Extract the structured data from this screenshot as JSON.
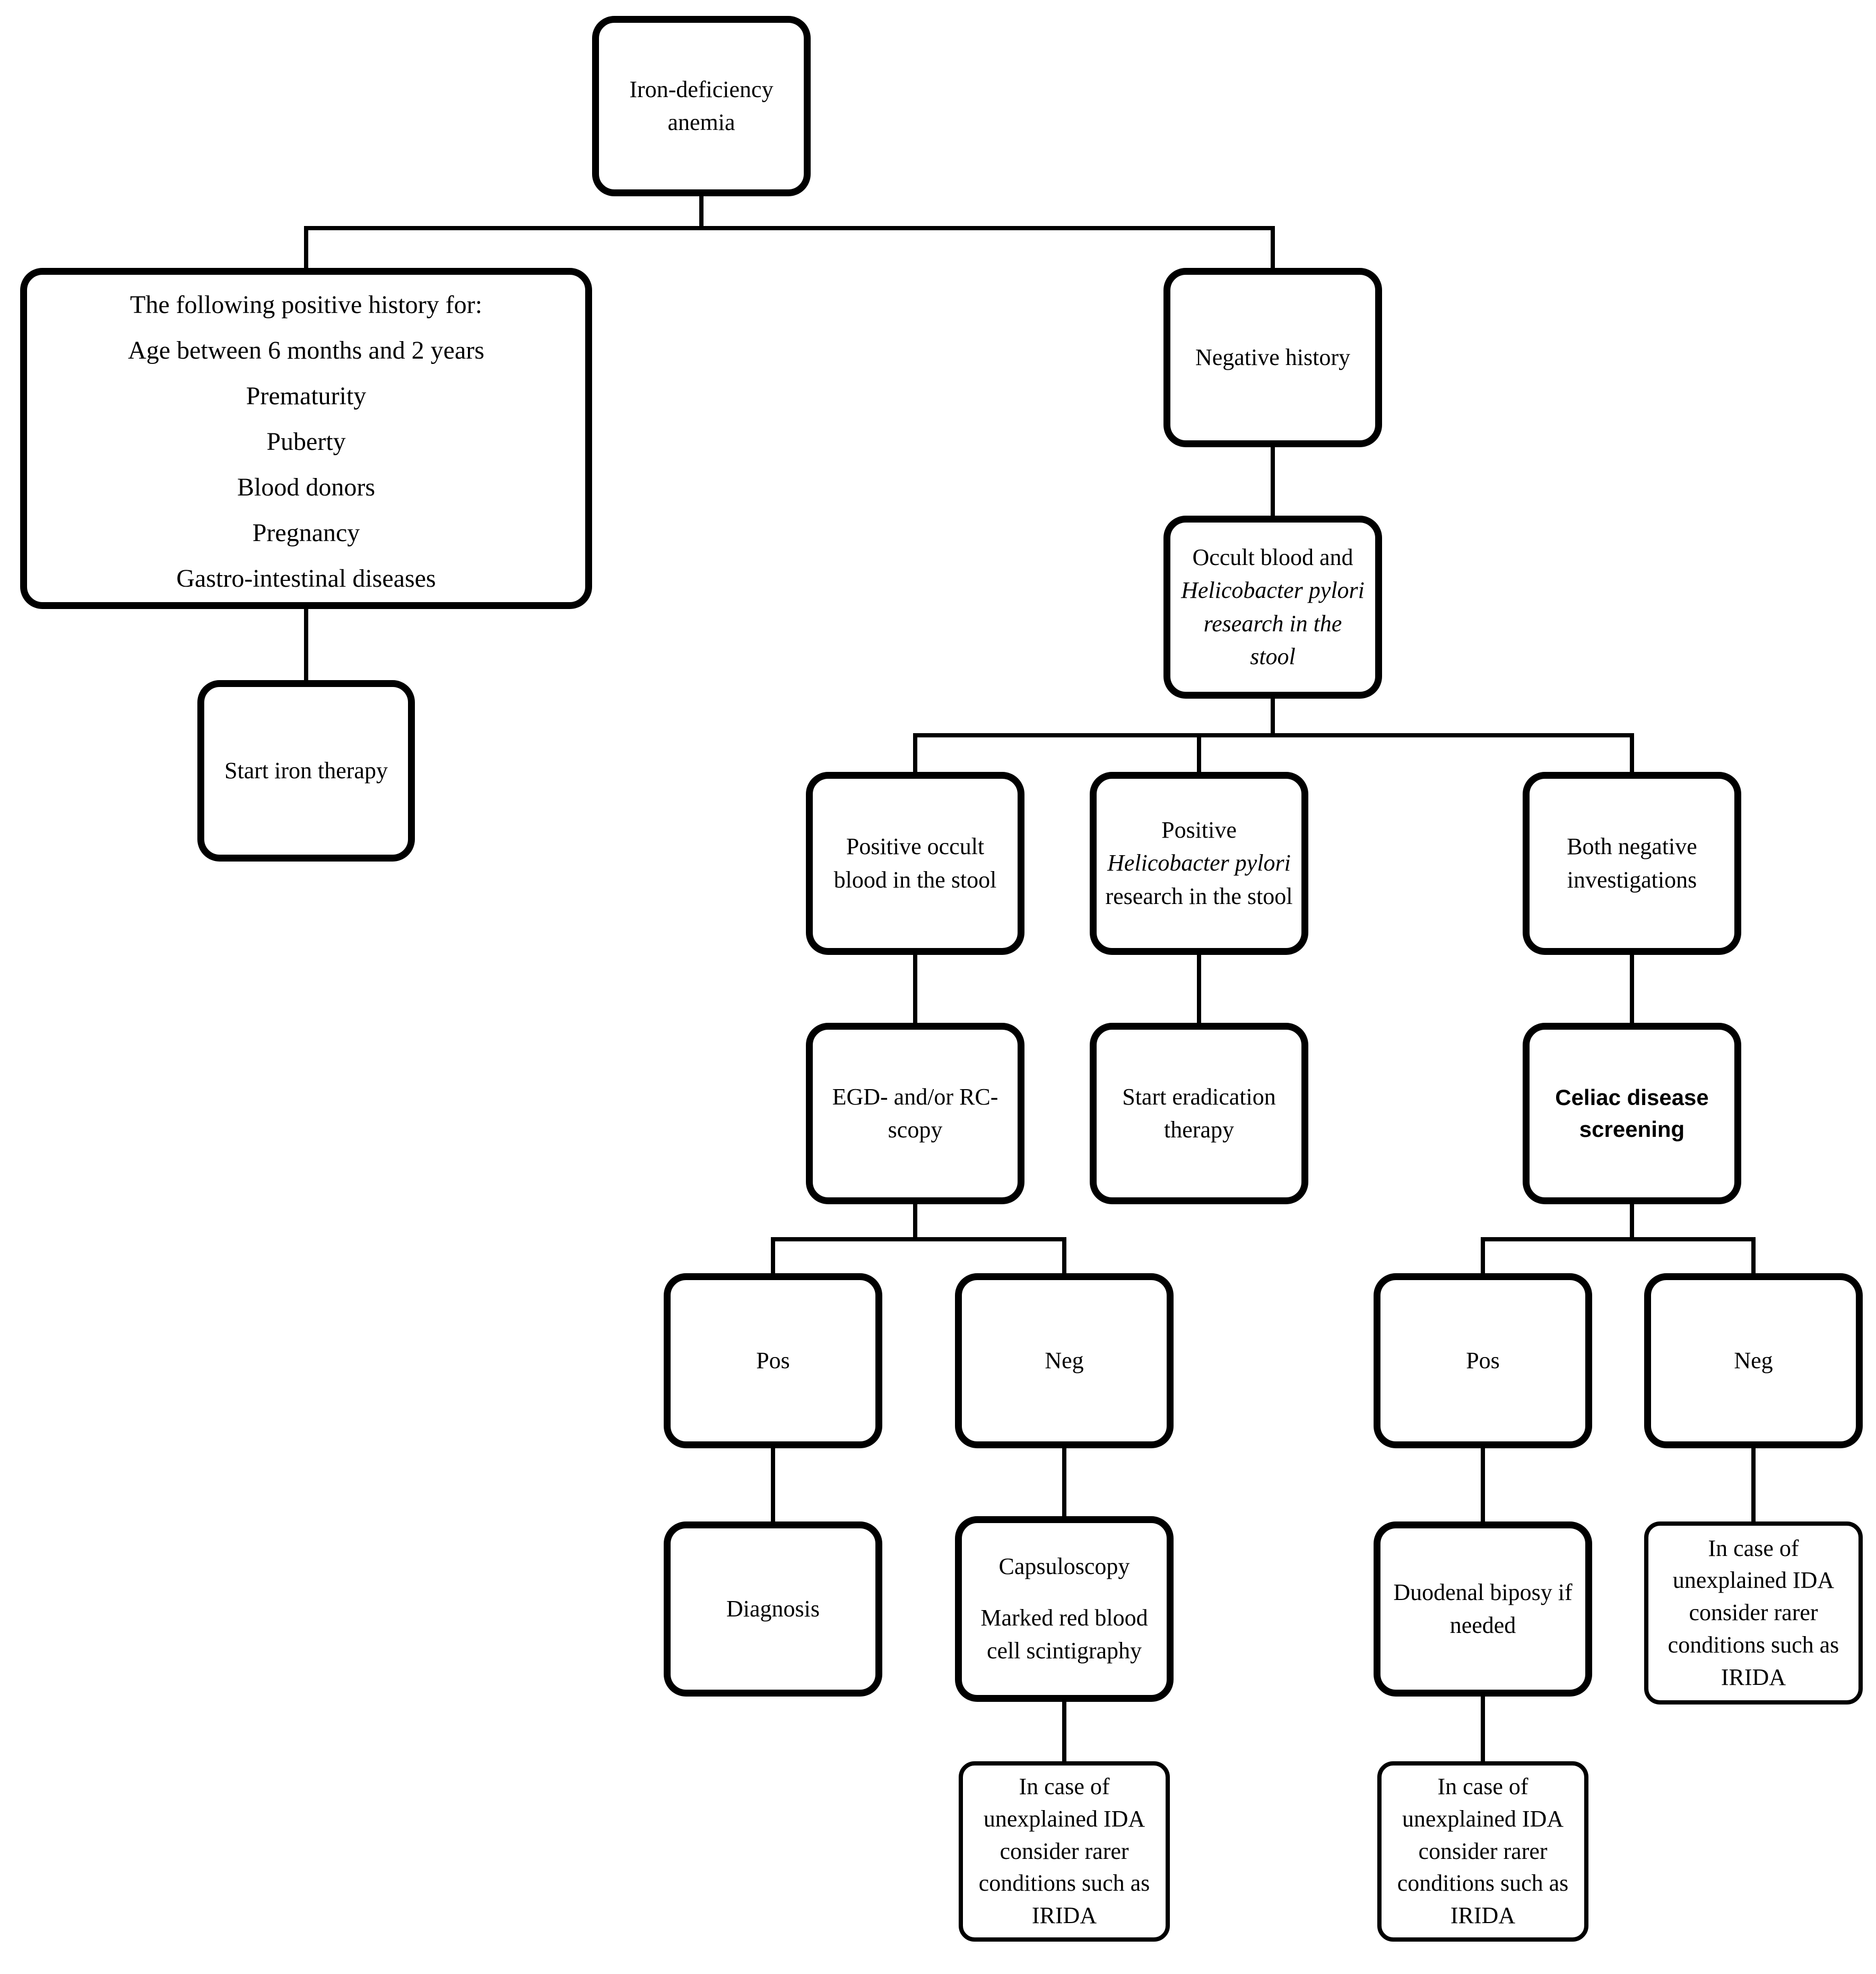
{
  "colors": {
    "line": "#000000",
    "box_border": "#000000",
    "box_background": "#ffffff",
    "text": "#000000"
  },
  "nodes": {
    "iron": {
      "label": "Iron-deficiency anemia"
    },
    "history_positive": {
      "lines": [
        "The following positive history for:",
        "Age between 6 months and 2 years",
        "Prematurity",
        "Puberty",
        "Blood donors",
        "Pregnancy",
        "Gastro-intestinal diseases"
      ]
    },
    "start_iron": {
      "label": "Start iron therapy"
    },
    "negative_history": {
      "label": "Negative history"
    },
    "occult_hp_stool": {
      "parts": [
        {
          "text": "Occult blood and ",
          "italic": false
        },
        {
          "text": "Helicobacter pylori research in the stool",
          "italic": true
        }
      ]
    },
    "positive_occult": {
      "label": "Positive occult blood in the stool"
    },
    "positive_hp": {
      "parts": [
        {
          "text": "Positive ",
          "italic": false
        },
        {
          "text": "Helicobacter pylori",
          "italic": true
        },
        {
          "text": " research in the stool",
          "italic": false
        }
      ]
    },
    "both_negative": {
      "label": "Both negative investigations"
    },
    "egd": {
      "label": "EGD- and/or RC-scopy"
    },
    "eradication": {
      "label": "Start eradication therapy"
    },
    "celiac": {
      "label": "Celiac disease screening"
    },
    "pos_left": {
      "label": "Pos"
    },
    "neg_left": {
      "label": "Neg"
    },
    "pos_right": {
      "label": "Pos"
    },
    "neg_right": {
      "label": "Neg"
    },
    "diagnosis": {
      "label": "Diagnosis"
    },
    "capsuloscopy": {
      "line1": "Capsuloscopy",
      "line2": "Marked red blood cell scintigraphy"
    },
    "duodenal": {
      "label": "Duodenal biposy if needed"
    },
    "irida_note": {
      "label": "In case of unexplained IDA consider rarer conditions such as IRIDA"
    }
  }
}
